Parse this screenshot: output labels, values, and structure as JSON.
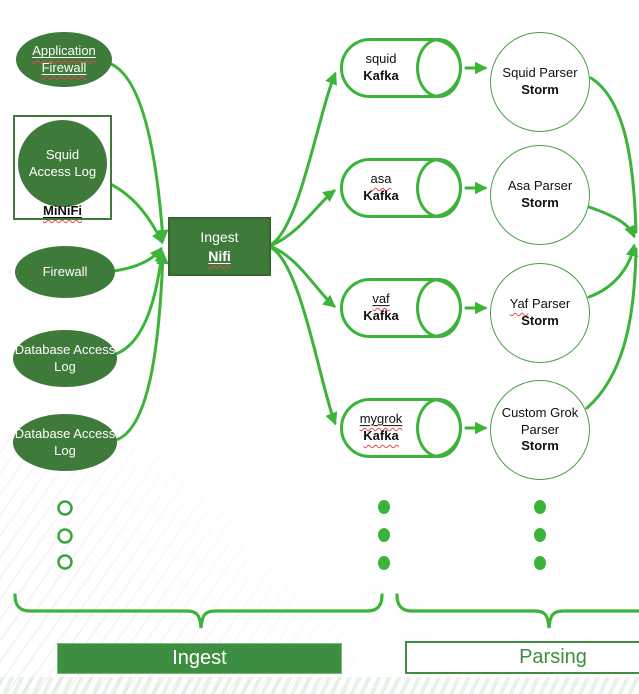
{
  "colors": {
    "node_fill": "#3E7B3B",
    "line_green": "#3CB33A",
    "outline_green": "#4AA046",
    "label_green": "#3E8E41",
    "squiggle_red": "#E14B4B"
  },
  "sources": [
    {
      "label": "Application Firewall"
    },
    {
      "label": "Squid Access Log",
      "agent": "MiNiFi"
    },
    {
      "label": "Firewall"
    },
    {
      "label": "Database Access Log"
    },
    {
      "label": "Database Access Log"
    }
  ],
  "ingest_node": {
    "title": "Ingest",
    "tech": "Nifi"
  },
  "topics": [
    {
      "name": "squid",
      "tech": "Kafka"
    },
    {
      "name": "asa",
      "tech": "Kafka"
    },
    {
      "name": "vaf",
      "tech": "Kafka"
    },
    {
      "name": "mygrok",
      "tech": "Kafka"
    }
  ],
  "parsers": [
    {
      "name": "Squid Parser",
      "tech": "Storm"
    },
    {
      "name": "Asa Parser",
      "tech": "Storm"
    },
    {
      "name_flagged": "Yaf",
      "name_rest": "Parser",
      "tech": "Storm"
    },
    {
      "name": "Custom Grok Parser",
      "tech": "Storm"
    }
  ],
  "stages": {
    "ingest": "Ingest",
    "parsing": "Parsing"
  }
}
